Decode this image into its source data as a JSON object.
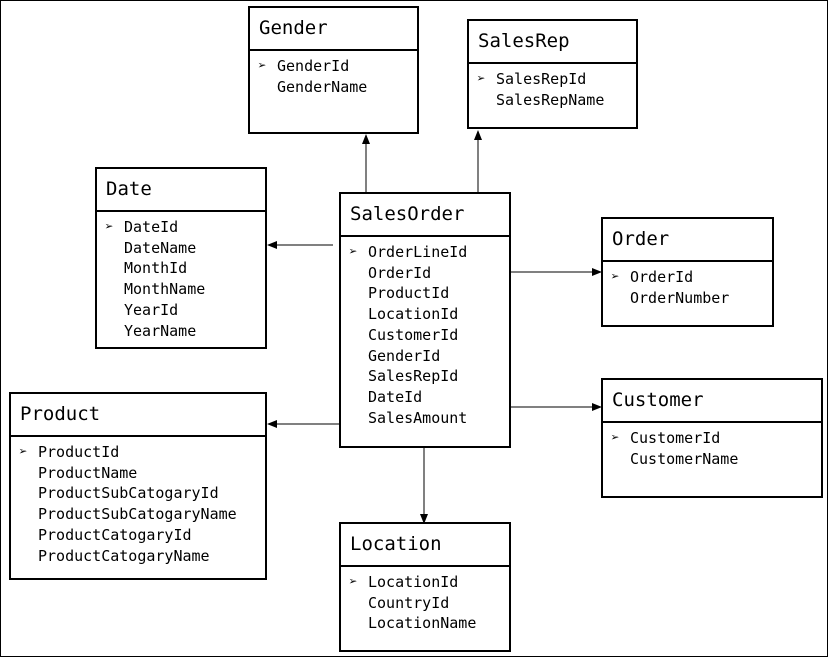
{
  "key_marker_icon": "arrowhead-bullet-icon",
  "entities": {
    "gender": {
      "title": "Gender",
      "fields": [
        "GenderId",
        "GenderName"
      ]
    },
    "salesrep": {
      "title": "SalesRep",
      "fields": [
        "SalesRepId",
        "SalesRepName"
      ]
    },
    "date": {
      "title": "Date",
      "fields": [
        "DateId",
        "DateName",
        "MonthId",
        "MonthName",
        "YearId",
        "YearName"
      ]
    },
    "salesorder": {
      "title": "SalesOrder",
      "fields": [
        "OrderLineId",
        "OrderId",
        "ProductId",
        "LocationId",
        "CustomerId",
        "GenderId",
        "SalesRepId",
        "DateId",
        "SalesAmount"
      ]
    },
    "order": {
      "title": "Order",
      "fields": [
        "OrderId",
        "OrderNumber"
      ]
    },
    "product": {
      "title": "Product",
      "fields": [
        "ProductId",
        "ProductName",
        "ProductSubCatogaryId",
        "ProductSubCatogaryName",
        "ProductCatogaryId",
        "ProductCatogaryName"
      ]
    },
    "customer": {
      "title": "Customer",
      "fields": [
        "CustomerId",
        "CustomerName"
      ]
    },
    "location": {
      "title": "Location",
      "fields": [
        "LocationId",
        "CountryId",
        "LocationName"
      ]
    }
  },
  "relationships": [
    {
      "from": "SalesOrder",
      "to": "Gender"
    },
    {
      "from": "SalesOrder",
      "to": "SalesRep"
    },
    {
      "from": "SalesOrder",
      "to": "Date"
    },
    {
      "from": "SalesOrder",
      "to": "Order"
    },
    {
      "from": "SalesOrder",
      "to": "Product"
    },
    {
      "from": "SalesOrder",
      "to": "Customer"
    },
    {
      "from": "SalesOrder",
      "to": "Location"
    }
  ]
}
